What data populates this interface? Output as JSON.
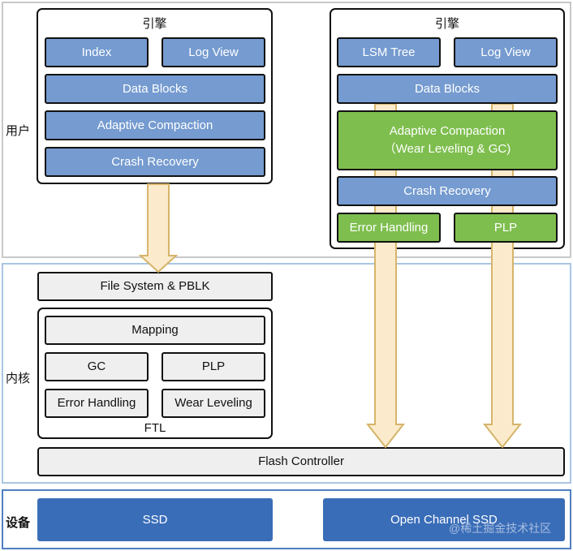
{
  "regions": {
    "user_label": "用户",
    "kernel_label": "内核",
    "device_label": "设备"
  },
  "left_engine": {
    "title": "引擎",
    "index": "Index",
    "log_view": "Log View",
    "data_blocks": "Data Blocks",
    "adaptive_compaction": "Adaptive Compaction",
    "crash_recovery": "Crash Recovery"
  },
  "right_engine": {
    "title": "引擎",
    "lsm_tree": "LSM Tree",
    "log_view": "Log View",
    "data_blocks": "Data Blocks",
    "adaptive_compaction_line1": "Adaptive Compaction",
    "adaptive_compaction_line2": "（Wear Leveling & GC)",
    "crash_recovery": "Crash Recovery",
    "error_handling": "Error Handling",
    "plp": "PLP"
  },
  "kernel": {
    "file_system": "File System & PBLK",
    "ftl_title": "FTL",
    "mapping": "Mapping",
    "gc": "GC",
    "plp": "PLP",
    "error_handling": "Error Handling",
    "wear_leveling": "Wear Leveling",
    "flash_controller": "Flash Controller"
  },
  "device": {
    "ssd": "SSD",
    "open_channel_ssd": "Open Channel SSD",
    "watermark": "@稀土掘金技术社区"
  },
  "colors": {
    "blue_box": "#759bd0",
    "green_box": "#7ebe4e",
    "gray_box": "#efefef",
    "device_box": "#3a6db8",
    "arrow_fill": "#fbeacb",
    "arrow_stroke": "#d6b46a"
  }
}
